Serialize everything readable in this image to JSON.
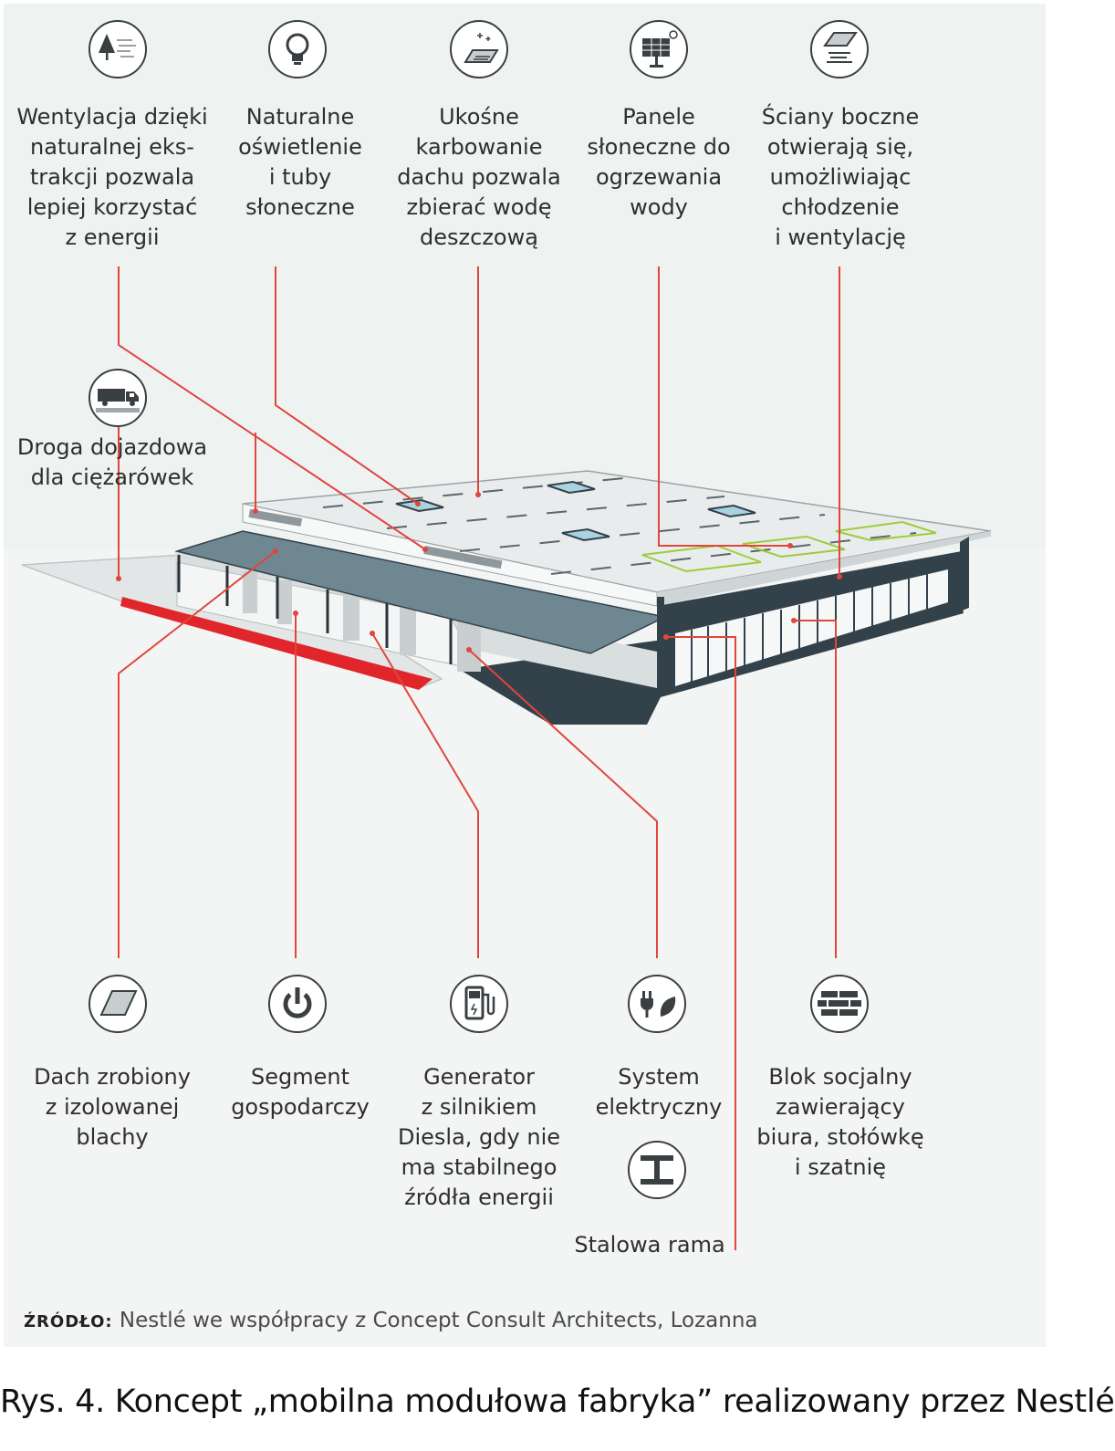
{
  "top_features": [
    {
      "icon": "tree-wind-icon",
      "lines": [
        "Wentylacja dzięki",
        "naturalnej eks-",
        "trakcji pozwala",
        "lepiej korzystać",
        "z energii"
      ]
    },
    {
      "icon": "lightbulb-icon",
      "lines": [
        "Naturalne",
        "oświetlenie",
        "i tuby",
        "słoneczne"
      ]
    },
    {
      "icon": "roof-rain-icon",
      "lines": [
        "Ukośne",
        "karbowanie",
        "dachu pozwala",
        "zbierać wodę",
        "deszczową"
      ]
    },
    {
      "icon": "solar-panel-icon",
      "lines": [
        "Panele",
        "słoneczne do",
        "ogrzewania",
        "wody"
      ]
    },
    {
      "icon": "side-wall-icon",
      "lines": [
        "Ściany boczne",
        "otwierają się,",
        "umożliwiając",
        "chłodzenie",
        "i wentylację"
      ]
    }
  ],
  "truck_road": {
    "icon": "truck-icon",
    "lines": [
      "Droga dojazdowa",
      "dla ciężarówek"
    ]
  },
  "bottom_features": [
    {
      "icon": "metal-sheet-icon",
      "lines": [
        "Dach zrobiony",
        "z izolowanej",
        "blachy"
      ]
    },
    {
      "icon": "power-icon",
      "lines": [
        "Segment",
        "gospodarczy"
      ]
    },
    {
      "icon": "fuel-pump-icon",
      "lines": [
        "Generator",
        "z silnikiem",
        "Diesla, gdy nie",
        "ma stabilnego",
        "źródła energii"
      ]
    },
    {
      "icon": "plug-leaf-icon",
      "lines": [
        "System",
        "elektryczny"
      ]
    },
    {
      "icon": "brick-wall-icon",
      "lines": [
        "Blok socjalny",
        "zawierający",
        "biura, stołówkę",
        "i szatnię"
      ]
    }
  ],
  "steel_frame": {
    "icon": "steel-beam-icon",
    "label": "Stalowa rama"
  },
  "source": {
    "key": "ŹRÓDŁO:",
    "text": "Nestlé we współpracy z Concept Consult Architects, Lozanna"
  },
  "caption": "Rys. 4. Koncept „mobilna modułowa fabryka” realizowany przez Nestlé",
  "colors": {
    "leader": "#e0463c",
    "roof": "#e9ecec",
    "dark": "#33414b",
    "canopy": "#6f8790",
    "accent_red": "#e1262b",
    "solar_outline": "#9ccc3c"
  }
}
